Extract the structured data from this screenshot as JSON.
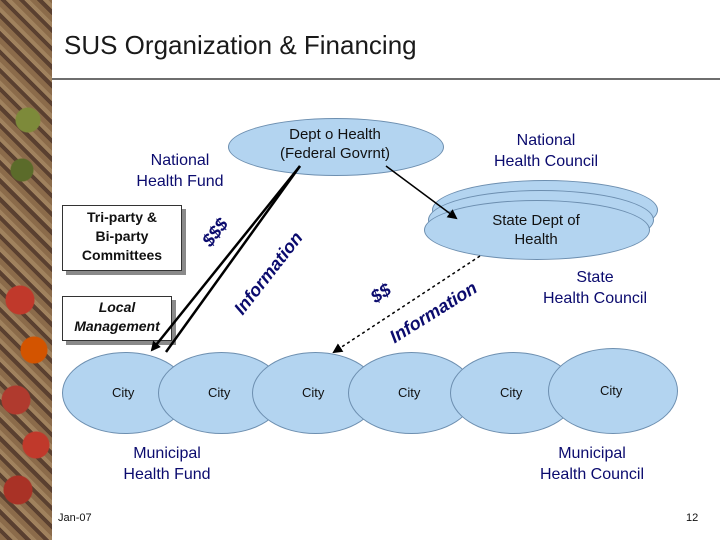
{
  "slide": {
    "title": "SUS Organization & Financing",
    "date": "Jan-07",
    "page_number": "12"
  },
  "nodes": {
    "dept_health": "Dept o Health\n(Federal Govrnt)",
    "national_council": "National\nHealth Council",
    "national_fund": "National\nHealth Fund",
    "tri_party": "Tri-party &\nBi-party\nCommittees",
    "state_dept": "State Dept of\nHealth",
    "state_council": "State\nHealth Council",
    "local_mgmt": "Local\nManagement",
    "municipal_fund": "Municipal\nHealth Fund",
    "municipal_council": "Municipal\nHealth Council"
  },
  "cities": [
    "City",
    "City",
    "City",
    "City",
    "City",
    "City"
  ],
  "flow_labels": {
    "federal_money": "$$$",
    "federal_info": "Information",
    "state_money": "$$",
    "state_info": "Information"
  },
  "colors": {
    "ellipse_fill": "#b3d4f0",
    "label_text": "#0b0b6e",
    "money_text": "#0b0b6e"
  }
}
